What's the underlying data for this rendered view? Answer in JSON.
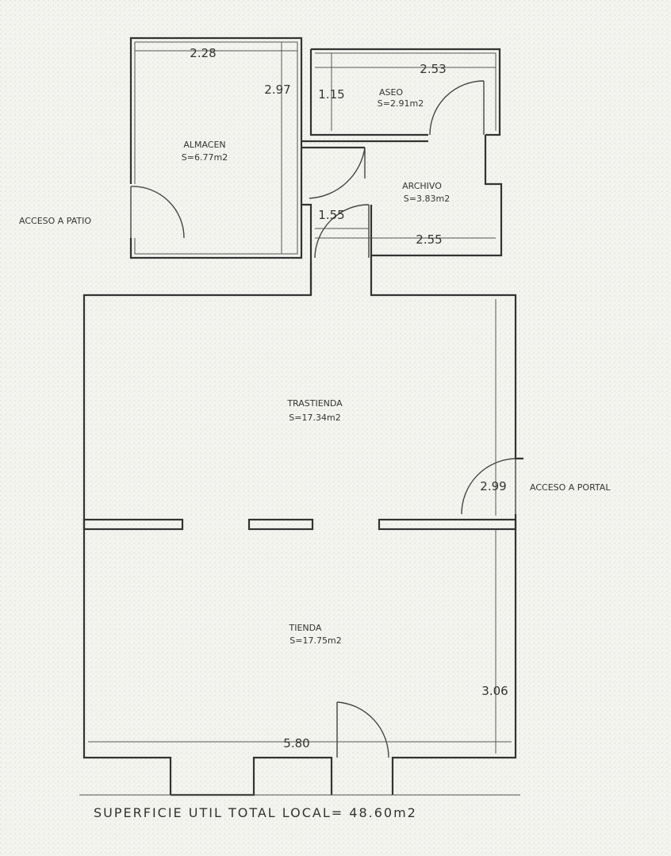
{
  "rooms": [
    {
      "name": "ALMACEN",
      "area": "S=6.77m2"
    },
    {
      "name": "ASEO",
      "area": "S=2.91m2"
    },
    {
      "name": "ARCHIVO",
      "area": "S=3.83m2"
    },
    {
      "name": "TRASTIENDA",
      "area": "S=17.34m2"
    },
    {
      "name": "TIENDA",
      "area": "S=17.75m2"
    }
  ],
  "dimensions": {
    "almacen_width": "2.28",
    "almacen_height": "2.97",
    "aseo_width": "2.53",
    "aseo_height": "1.15",
    "passage_width": "1.55",
    "archivo_width": "2.55",
    "portal_height": "2.99",
    "tienda_height": "3.06",
    "tienda_width": "5.80"
  },
  "accesses": {
    "patio": "ACCESO A PATIO",
    "portal": "ACCESO A PORTAL"
  },
  "total_surface": "SUPERFICIE UTIL TOTAL LOCAL= 48.60m2"
}
